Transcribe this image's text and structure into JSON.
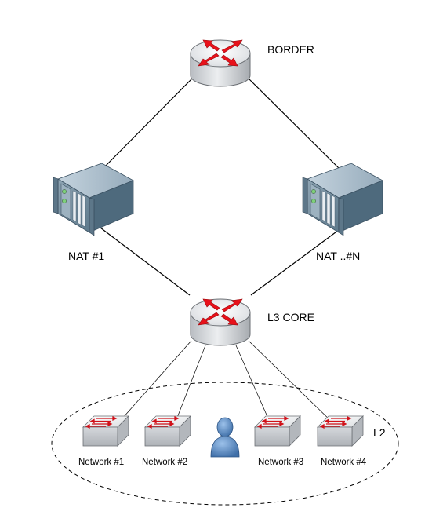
{
  "nodes": {
    "border_router": {
      "label": "BORDER",
      "icon": "router-icon"
    },
    "nat_1": {
      "label": "NAT #1",
      "icon": "server-icon"
    },
    "nat_n": {
      "label": "NAT ..#N",
      "icon": "server-icon"
    },
    "l3_core": {
      "label": "L3 CORE",
      "icon": "router-icon"
    },
    "l2_group": {
      "label": "L2"
    },
    "switches": [
      {
        "label": "Network #1",
        "icon": "switch-icon"
      },
      {
        "label": "Network #2",
        "icon": "switch-icon"
      },
      {
        "label": "Network #3",
        "icon": "switch-icon"
      },
      {
        "label": "Network #4",
        "icon": "switch-icon"
      }
    ],
    "user": {
      "icon": "user-icon"
    }
  },
  "colors": {
    "router_body": "#c9ccd0",
    "router_top": "#eef0f2",
    "arrow_red": "#e8111a",
    "server_front": "#6f8a9c",
    "server_top": "#a9bccb",
    "server_side": "#4c6678",
    "user_blue": "#4f7fba",
    "line": "#000000"
  }
}
